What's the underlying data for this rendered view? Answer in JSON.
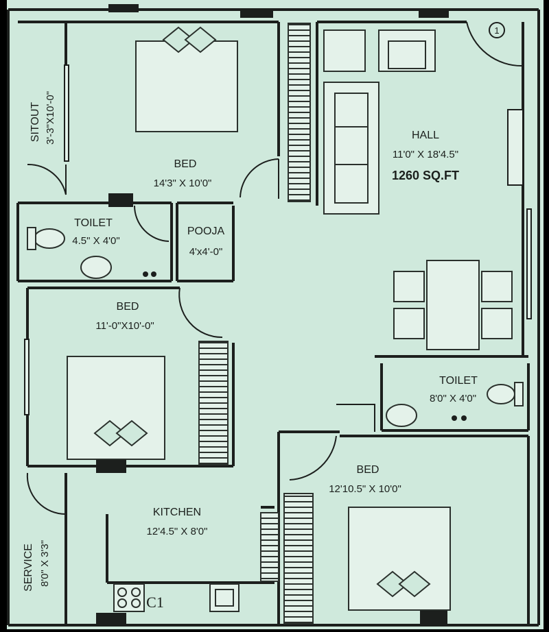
{
  "colors": {
    "background": "#000000",
    "floor": "#cfe9dc",
    "wall": "#1c1f1d",
    "furniture_line": "#2a302c",
    "furniture_fill": "#e4f2ea"
  },
  "rooms": {
    "sitout": {
      "name": "SITOUT",
      "dim": "3'-3\"X10'-0\""
    },
    "bed_top": {
      "name": "BED",
      "dim": "14'3\" X 10'0\""
    },
    "hall": {
      "name": "HALL",
      "dim": "11'0\" X 18'4.5\"",
      "area": "1260 SQ.FT"
    },
    "toilet_left": {
      "name": "TOILET",
      "dim": "4.5\" X 4'0\""
    },
    "pooja": {
      "name": "POOJA",
      "dim": "4'x4'-0\""
    },
    "bed_middle": {
      "name": "BED",
      "dim": "11'-0\"X10'-0\""
    },
    "toilet_right": {
      "name": "TOILET",
      "dim": "8'0\" X 4'0\""
    },
    "bed_bottom": {
      "name": "BED",
      "dim": "12'10.5\" X 10'0\""
    },
    "kitchen": {
      "name": "KITCHEN",
      "dim": "12'4.5\" X 8'0\""
    },
    "service": {
      "name": "SERVICE",
      "dim": "8'0\" X 3'3\""
    }
  },
  "markers": {
    "entrance_number": "1",
    "counter_label": "C1"
  },
  "icons": [
    "door-swing-icon",
    "bed-icon",
    "sofa-icon",
    "armchair-icon",
    "dining-table-icon",
    "wc-icon",
    "washbasin-icon",
    "tap-icon",
    "stove-icon",
    "sink-icon",
    "staircase-icon",
    "window-icon"
  ]
}
